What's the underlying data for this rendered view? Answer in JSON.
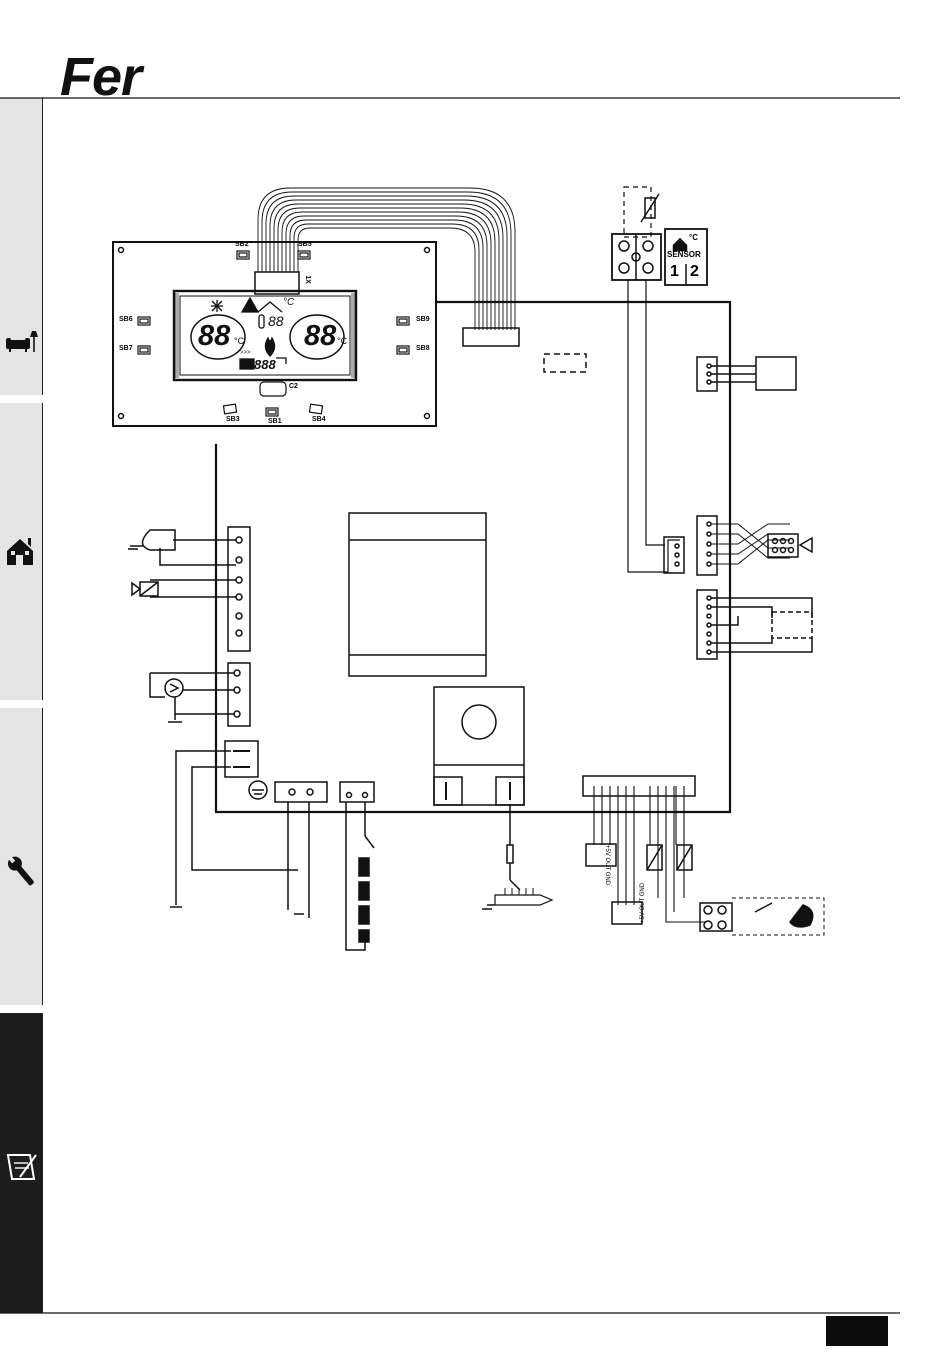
{
  "header": {
    "brand": "Fer"
  },
  "sidebar": {
    "tabs": [
      {
        "icon": "sofa-lamp-icon"
      },
      {
        "icon": "house-icon"
      },
      {
        "icon": "wrench-icon"
      },
      {
        "icon": "clipboard-pen-icon",
        "active": true
      }
    ]
  },
  "diagram": {
    "display_buttons": {
      "sb2": "SB2",
      "sb5": "SB5",
      "sb6": "SB6",
      "sb7": "SB7",
      "sb9": "SB9",
      "sb8": "SB8",
      "sb3": "SB3",
      "sb1": "SB1",
      "sb4": "SB4"
    },
    "capacitor": "C2",
    "connector_label": "1X",
    "lcd": {
      "digits_left": "88",
      "digits_right": "88",
      "digits_top": "88",
      "temp_top": "°C",
      "unit_left": "°C",
      "unit_right": "°C",
      "digits_small": "888",
      "arrows": ">>>"
    },
    "sensor": {
      "title": "SENSOR",
      "unit": "°C",
      "term1": "1",
      "term2": "2"
    },
    "terminal_upper": {
      "pin1": "+5V",
      "pin2": "OUT",
      "pin3": "GND"
    },
    "terminal_lower": {
      "pin1": "+5V",
      "pin2": "OUT",
      "pin3": "GND"
    }
  },
  "colors": {
    "sidebar": "#e4e4e4",
    "active_tab": "#1d1d1d",
    "line": "#111111"
  }
}
